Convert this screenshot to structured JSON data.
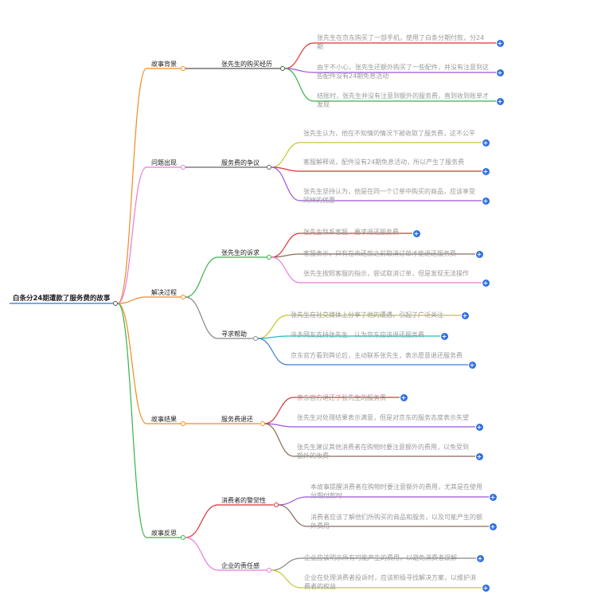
{
  "root": "白条分24期遭款了服务费的故事",
  "branches": [
    {
      "label": "故事背景",
      "color": "#f08c1e",
      "children": [
        {
          "label": "张先生的购买经历",
          "color": "#555555",
          "leaves": [
            {
              "text": "张先生在京东购买了一部手机，使用了白条分期付款，分24期",
              "color": "#e03131"
            },
            {
              "text": "由于不小心，张先生还额外购买了一些配件，并没有注意到这些配件没有24期免息活动",
              "color": "#9c55d8"
            },
            {
              "text": "结账时，张先生并没有注意到额外的服务费，直到收到账单才发现",
              "color": "#37b24d"
            }
          ]
        }
      ]
    },
    {
      "label": "问题出现",
      "color": "#e87ad8",
      "children": [
        {
          "label": "服务费的争议",
          "color": "#666666",
          "leaves": [
            {
              "text": "张先生认为，他在不知情的情况下被收取了服务费，这不公平",
              "color": "#c9c42a"
            },
            {
              "text": "客服解释说，配件没有24期免息活动，所以产生了服务费",
              "color": "#e03131"
            },
            {
              "text": "张先生坚持认为，他是在同一个订单中购买的商品，应该享受同样的优惠",
              "color": "#9c55d8"
            }
          ]
        }
      ]
    },
    {
      "label": "解决过程",
      "color": "#f08c1e",
      "children": [
        {
          "label": "张先生的诉求",
          "color": "#37b24d",
          "leaves": [
            {
              "text": "张先生联系客服，要求退还服务费",
              "color": "#e03131"
            },
            {
              "text": "客服表示，只有在未还款之前取消订单才能退还服务费",
              "color": "#8b6a5a"
            },
            {
              "text": "张先生按照客服的指示，尝试取消订单，但是发现无法操作",
              "color": "#e87ad8"
            }
          ]
        },
        {
          "label": "寻求帮助",
          "color": "#888888",
          "leaves": [
            {
              "text": "张先生在社交媒体上分享了他的遭遇，引起了广泛关注",
              "color": "#c9c42a"
            },
            {
              "text": "许多网友支持张先生，认为京东应该退还服务费",
              "color": "#1fbfbf"
            },
            {
              "text": "京东官方看到舆论后，主动联系张先生，表示愿意退还服务费",
              "color": "#3b7dd8"
            }
          ]
        }
      ]
    },
    {
      "label": "故事结果",
      "color": "#f08c1e",
      "children": [
        {
          "label": "服务费退还",
          "color": "#f08c1e",
          "leaves": [
            {
              "text": "京东官方退还了张先生的服务费",
              "color": "#e03131"
            },
            {
              "text": "张先生对处理结果表示满意，但是对京东的服务态度表示失望",
              "color": "#9c55d8"
            },
            {
              "text": "张先生建议其他消费者在购物时要注意额外的费用，以免受到额外的收费",
              "color": "#8b6a5a"
            }
          ]
        }
      ]
    },
    {
      "label": "故事反思",
      "color": "#37b24d",
      "children": [
        {
          "label": "消费者的警觉性",
          "color": "#e03131",
          "leaves": [
            {
              "text": "本故事提醒消费者在购物时要注意额外的费用，尤其是在使用分期付款时",
              "color": "#9c55d8"
            },
            {
              "text": "消费者应该了解他们所购买的商品和服务，以及可能产生的额外费用",
              "color": "#8b6a5a"
            }
          ]
        },
        {
          "label": "企业的责任感",
          "color": "#e87ad8",
          "leaves": [
            {
              "text": "企业应该明示所有可能产生的费用，以避免消费者误解",
              "color": "#888888"
            },
            {
              "text": "企业在处理消费者投诉时，应该积极寻找解决方案，以维护消费者的权益",
              "color": "#c9c42a"
            }
          ]
        }
      ]
    }
  ],
  "expand_icon": "plus-icon",
  "expand_glyph": "+",
  "root_underline_color": "#2f6fe0"
}
